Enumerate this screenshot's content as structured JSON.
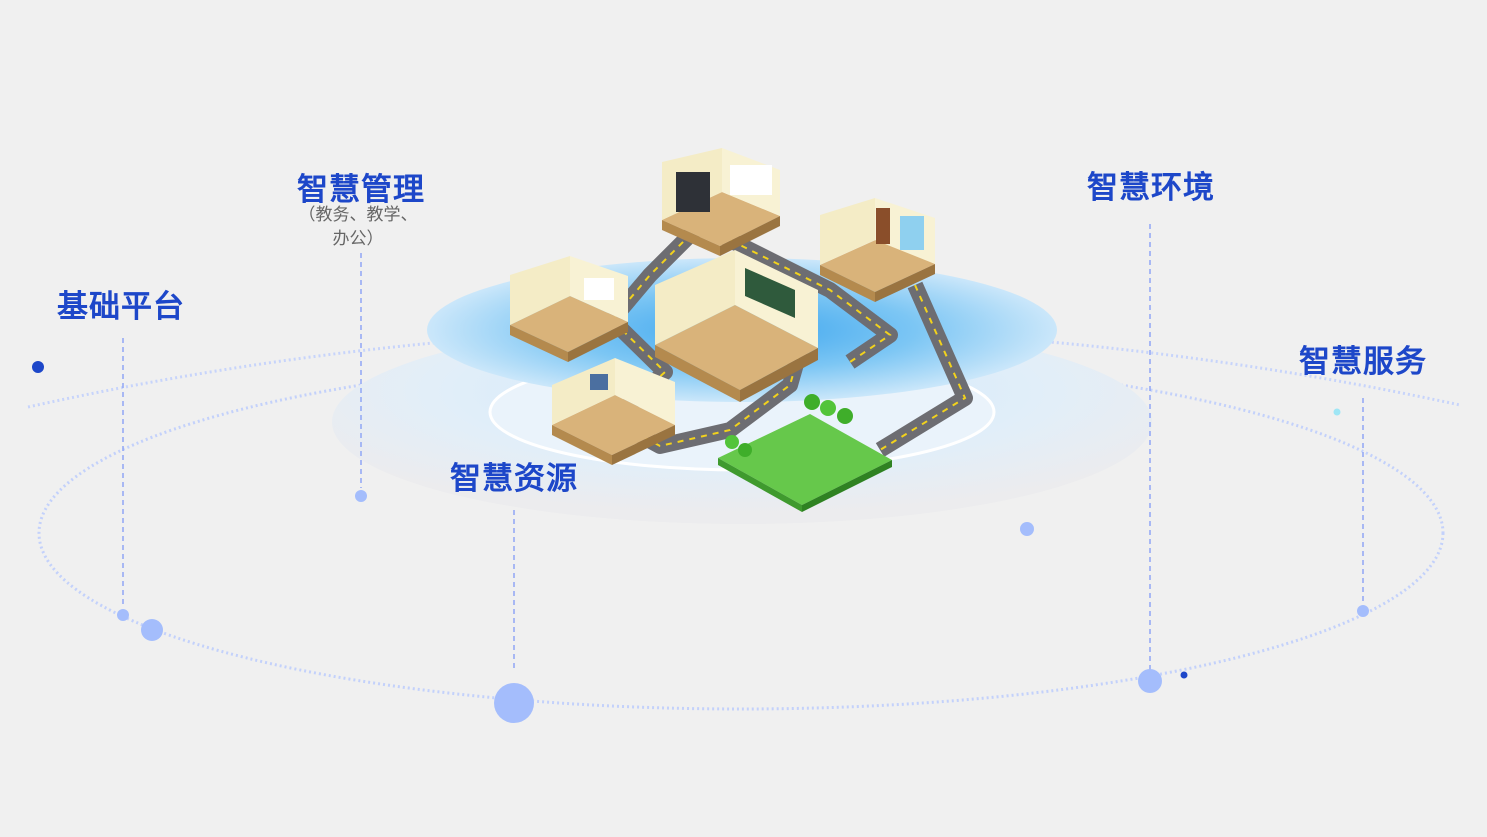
{
  "labels": {
    "foundation": "基础平台",
    "management": "智慧管理",
    "management_sub_line1": "（教务、教学、",
    "management_sub_line2": "办公）",
    "resources": "智慧资源",
    "environment": "智慧环境",
    "services": "智慧服务"
  },
  "colors": {
    "accent": "#1d47c9",
    "node": "#a4bdfc",
    "guide": "#8fa6f5",
    "orbit": "#c3d1fb",
    "background": "#f0f0f0"
  }
}
